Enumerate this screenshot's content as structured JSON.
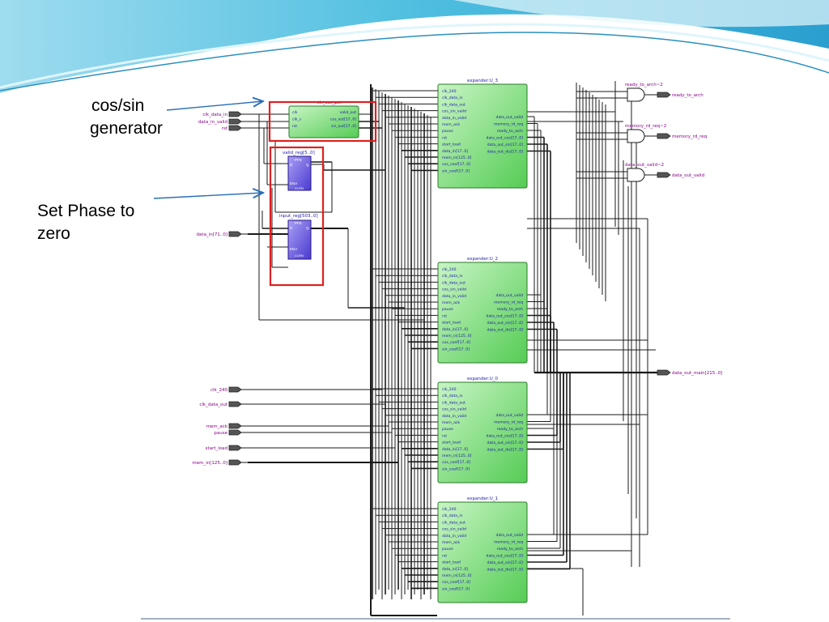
{
  "callouts": {
    "cos_sin_line1": "cos/sin",
    "cos_sin_line2": "generator",
    "set_phase_line1": "Set Phase to",
    "set_phase_line2": "zero"
  },
  "colors": {
    "header_light": "#bfe9f5",
    "header_mid": "#5cc6e3",
    "header_dark": "#1a88b8",
    "block_green": "#6ed86a",
    "block_green_light": "#bff3bb",
    "block_blue": "#6a5ae0",
    "highlight_red": "#e02020",
    "arrow_blue": "#2a6fb8",
    "wire": "#1a1a1a",
    "label_purple": "#880088",
    "pin_blue": "#1a1aa8"
  },
  "inputs": {
    "clk_data_in": "clk_data_in",
    "data_in_valid": "data_in_valid",
    "rst": "rst",
    "data_in_bus": "data_in[71..0]",
    "clk_240": "clk_240",
    "clk_data_out": "clk_data_out",
    "mem_ack": "mem_ack",
    "pause": "pause",
    "start_load": "start_load",
    "mem_in_bus": "mem_in[125..0]"
  },
  "generator": {
    "title": "sin_cos_gen",
    "left_pins": [
      "clk",
      "clk_s",
      "rst"
    ],
    "right_pins": [
      "valid_out",
      "cos_out[17..0]",
      "sin_out[17..0]"
    ]
  },
  "valid_reg": {
    "title": "valid_reg[5..0]",
    "pins": [
      "PFE",
      "D",
      "Q",
      "ENA",
      "CLRN"
    ]
  },
  "input_reg": {
    "title": "input_reg[503..0]",
    "pins": [
      "PFE",
      "D",
      "Q",
      "ENA",
      "CLRN"
    ]
  },
  "expanders": [
    {
      "title": "expander:U_3"
    },
    {
      "title": "expander:U_2"
    },
    {
      "title": "expander:U_0"
    },
    {
      "title": "expander:U_1"
    }
  ],
  "expander_left_pins": [
    "clk_240",
    "clk_data_in",
    "clk_data_out",
    "cos_sin_valid",
    "data_in_valid",
    "mem_ack",
    "pause",
    "rst",
    "start_load",
    "data_in[17..0]",
    "mem_in[125..0]",
    "cos_coef[17..0]",
    "sin_coef[17..0]"
  ],
  "expander_right_pins": [
    "data_out_valid",
    "memory_rd_req",
    "ready_to_arch",
    "data_out_cos[17..0]",
    "data_out_sin[17..0]",
    "data_out_dis[17..0]"
  ],
  "gates": {
    "ready_to_arch": "ready_to_arch~2",
    "memory_rd_req": "memory_rd_req~2",
    "data_out_valid": "data_out_valid~2"
  },
  "outputs": {
    "ready_to_arch": "ready_to_arch",
    "memory_rd_req": "memory_rd_req",
    "data_out_valid": "data_out_valid",
    "data_out_main": "data_out_main[215..0]"
  }
}
